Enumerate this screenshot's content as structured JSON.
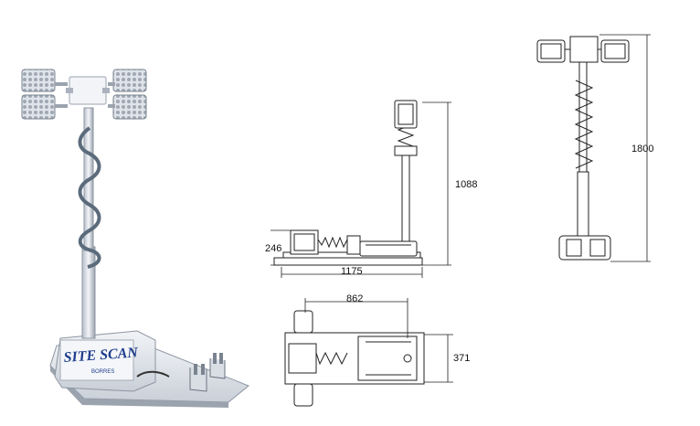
{
  "product": {
    "brand_text": "SITE SCAN",
    "brand_sub": "BORRES"
  },
  "dimensions": {
    "side_height": "1088",
    "side_base_height": "246",
    "side_length": "1175",
    "front_height": "1800",
    "top_length": "862",
    "top_width": "371"
  },
  "colors": {
    "body": "#e4e8ee",
    "outline": "#333333",
    "brand_blue": "#1f3d8c",
    "cable": "#5b6b7b"
  }
}
